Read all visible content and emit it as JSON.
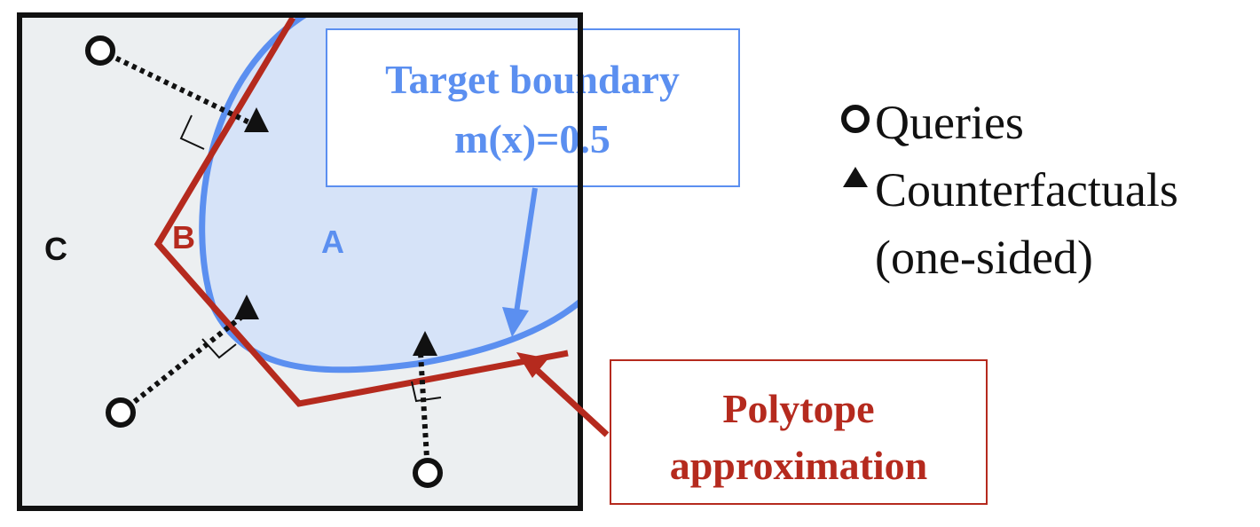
{
  "diagram": {
    "region_labels": {
      "a": "A",
      "b": "B",
      "c": "C"
    },
    "target_box": {
      "line1": "Target boundary",
      "line2": "m(x)=0.5"
    },
    "polytope_box": {
      "line1": "Polytope",
      "line2": "approximation"
    },
    "legend": {
      "queries": "Queries",
      "counterfactuals": "Counterfactuals",
      "counterfactuals_note": "(one-sided)"
    },
    "colors": {
      "panel_bg": "#eceff1",
      "target_blue": "#5b8ff0",
      "target_fill": "#d6e3f8",
      "polytope_red": "#b52a1e",
      "ink": "#111111"
    }
  }
}
